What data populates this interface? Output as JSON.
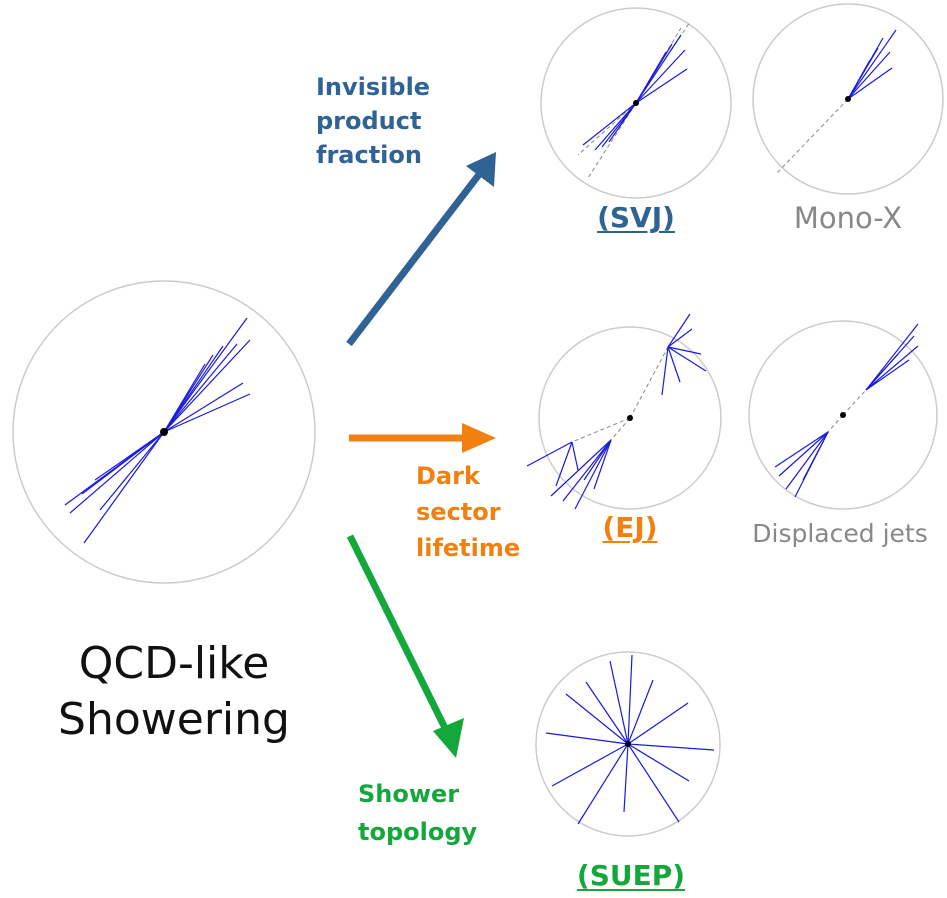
{
  "colors": {
    "invisible": "#2f6395",
    "lifetime": "#f08010",
    "topology": "#14a83c",
    "jet_line": "#1a1adf",
    "circle": "#cccccc",
    "dashed": "#888888",
    "gray_text": "#888888",
    "main_text": "#111111"
  },
  "main": {
    "line1": "QCD-like",
    "line2": "Showering"
  },
  "arrows": {
    "invisible": {
      "l1": "Invisible",
      "l2": "product",
      "l3": "fraction"
    },
    "lifetime": {
      "l1": "Dark",
      "l2": "sector",
      "l3": "lifetime"
    },
    "topology": {
      "l1": "Shower",
      "l2": "topology"
    }
  },
  "signatures": {
    "svj": "(SVJ)",
    "mono_x": "Mono-X",
    "ej": "(EJ)",
    "displaced": "Displaced jets",
    "suep": "(SUEP)"
  }
}
